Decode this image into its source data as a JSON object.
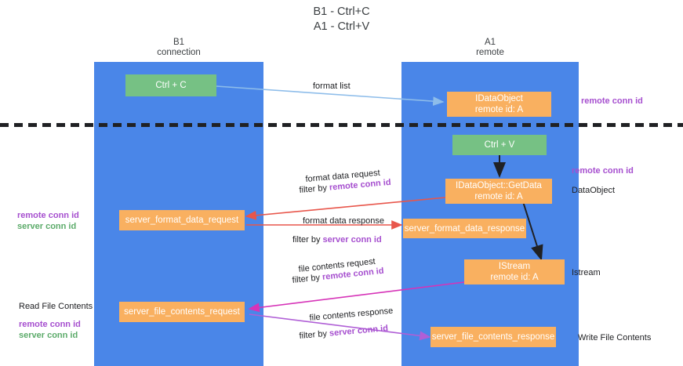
{
  "title": {
    "line1": "B1 - Ctrl+C",
    "line2": "A1 - Ctrl+V"
  },
  "lanes": [
    {
      "id": "b1",
      "header_line1": "B1",
      "header_line2": "connection",
      "color": "#4a86e8"
    },
    {
      "id": "a1",
      "header_line1": "A1",
      "header_line2": "remote",
      "color": "#4a86e8"
    }
  ],
  "nodes": {
    "ctrl_c": {
      "label": "Ctrl + C",
      "color": "#76c184"
    },
    "idataobject": {
      "line1": "IDataObject",
      "line2": "remote id: A",
      "color": "#f9b060"
    },
    "ctrl_v": {
      "label": "Ctrl + V",
      "color": "#76c184"
    },
    "getdata": {
      "line1": "IDataObject::GetData",
      "line2": "remote id: A",
      "color": "#f9b060"
    },
    "server_format_data_request": {
      "label": "server_format_data_request",
      "color": "#f9b060"
    },
    "server_format_data_response": {
      "label": "server_format_data_response",
      "color": "#f9b060"
    },
    "istream": {
      "line1": "IStream",
      "line2": "remote id: A",
      "color": "#f9b060"
    },
    "server_file_contents_request": {
      "label": "server_file_contents_request",
      "color": "#f9b060"
    },
    "server_file_contents_response": {
      "label": "server_file_contents_response",
      "color": "#f9b060"
    }
  },
  "edge_labels": {
    "format_list": "format list",
    "format_data_request": "format data request",
    "format_data_request_filter_prefix": "filter by ",
    "format_data_request_filter_key": "remote conn id",
    "format_data_response": "format data response",
    "format_data_response_filter_prefix": "filter by ",
    "format_data_response_filter_key": "server conn id",
    "file_contents_request": "file contents request",
    "file_contents_request_filter_prefix": "filter by ",
    "file_contents_request_filter_key": "remote conn id",
    "file_contents_response": "file contents response",
    "file_contents_response_filter_prefix": "filter by ",
    "file_contents_response_filter_key": "server conn id"
  },
  "annotations": {
    "right_remote_conn_id_top": "remote conn id",
    "right_remote_conn_id_mid": "remote conn id",
    "right_dataobject": "DataObject",
    "right_istream": "Istream",
    "right_write_file_contents": "Write File Contents",
    "left_remote_conn_id": "remote conn id",
    "left_server_conn_id": "server conn id",
    "left_read_file_contents": "Read File Contents",
    "left_remote_conn_id_2": "remote conn id",
    "left_server_conn_id_2": "server conn id"
  },
  "colors": {
    "lane": "#4a86e8",
    "green_node": "#76c184",
    "orange_node": "#f9b060",
    "purple": "#a64fcf",
    "green_text": "#5cab6a",
    "arrow_blue": "#8ebdea",
    "arrow_red": "#e8564b",
    "arrow_magenta": "#d633b8",
    "arrow_purple": "#b05fd6",
    "arrow_black": "#202124",
    "divider": "#202124",
    "text": "#3c4043"
  }
}
